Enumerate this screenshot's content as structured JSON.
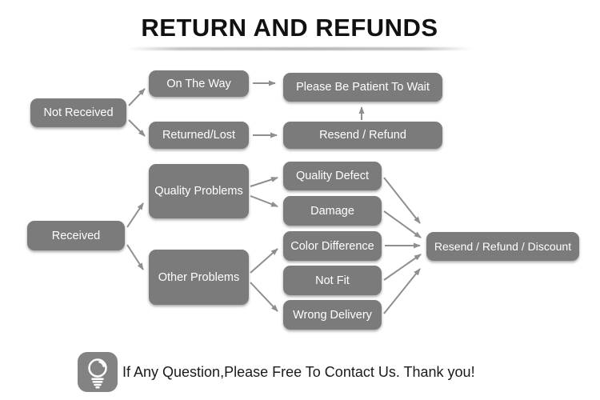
{
  "title": "RETURN AND REFUNDS",
  "colors": {
    "box_bg": "#7b7b7b",
    "arrow": "#8f8f8f",
    "icon_bg": "#838383",
    "bulb": "#ffffff",
    "title_text": "#111111",
    "footer_text": "#1a1a1a",
    "underline": "#b2b2b2"
  },
  "flowchart": {
    "nodes": {
      "not_received": "Not Received",
      "on_the_way": "On The Way",
      "returned_lost": "Returned/Lost",
      "please_wait": "Please Be Patient To Wait",
      "resend_refund": "Resend / Refund",
      "received": "Received",
      "quality_problems": "Quality Problems",
      "other_problems": "Other Problems",
      "quality_defect": "Quality Defect",
      "damage": "Damage",
      "color_difference": "Color Difference",
      "not_fit": "Not Fit",
      "wrong_delivery": "Wrong Delivery",
      "resend_refund_discount": "Resend / Refund / Discount"
    },
    "edges": [
      "Not Received -> On The Way",
      "Not Received -> Returned/Lost",
      "On The Way -> Please Be Patient To Wait",
      "Returned/Lost -> Resend / Refund",
      "Resend / Refund -> Please Be Patient To Wait",
      "Received -> Quality Problems",
      "Received -> Other Problems",
      "Quality Problems -> Quality Defect",
      "Quality Problems -> Damage",
      "Other Problems -> Color Difference",
      "Other Problems -> Wrong Delivery",
      "Quality Defect -> Resend / Refund / Discount",
      "Damage -> Resend / Refund / Discount",
      "Color Difference -> Resend / Refund / Discount",
      "Not Fit -> Resend / Refund / Discount",
      "Wrong Delivery -> Resend / Refund / Discount"
    ]
  },
  "footer": {
    "icon": "lightbulb-icon",
    "message": "If Any Question,Please Free To Contact Us. Thank you!"
  }
}
